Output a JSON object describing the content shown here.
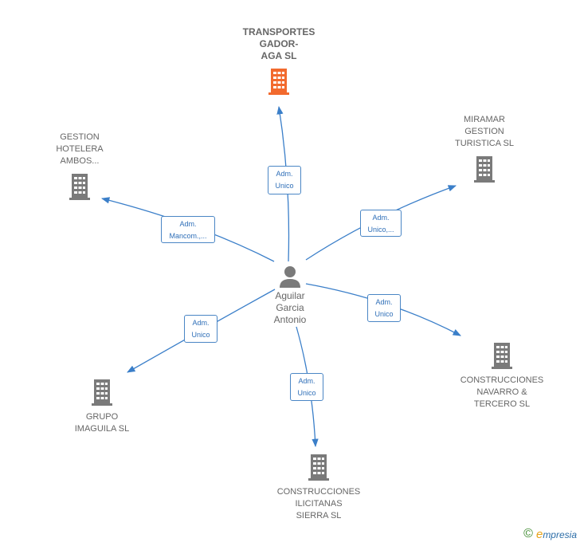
{
  "colors": {
    "edge": "#3b7fc9",
    "building": "#7a7a7a",
    "building_highlight": "#f26a2e",
    "person": "#7a7a7a"
  },
  "center": {
    "name": "Aguilar\nGarcia\nAntonio",
    "icon": "person-icon"
  },
  "companies": [
    {
      "id": "transportes",
      "name": "TRANSPORTES\nGADOR-\nAGA  SL",
      "highlight": true
    },
    {
      "id": "miramar",
      "name": "MIRAMAR\nGESTION\nTURISTICA  SL",
      "highlight": false
    },
    {
      "id": "gestion",
      "name": "GESTION\nHOTELERA\nAMBOS...",
      "highlight": false
    },
    {
      "id": "navarro",
      "name": "CONSTRUCCIONES\nNAVARRO &\nTERCERO SL",
      "highlight": false
    },
    {
      "id": "imaguila",
      "name": "GRUPO\nIMAGUILA SL",
      "highlight": false
    },
    {
      "id": "ilicitanas",
      "name": "CONSTRUCCIONES\nILICITANAS\nSIERRA  SL",
      "highlight": false
    }
  ],
  "edges": [
    {
      "to": "transportes",
      "label": "Adm.\nUnico"
    },
    {
      "to": "miramar",
      "label": "Adm.\nUnico,..."
    },
    {
      "to": "gestion",
      "label": "Adm.\nMancom.,..."
    },
    {
      "to": "navarro",
      "label": "Adm.\nUnico"
    },
    {
      "to": "imaguila",
      "label": "Adm.\nUnico"
    },
    {
      "to": "ilicitanas",
      "label": "Adm.\nUnico"
    }
  ],
  "brand": {
    "copyright": "©",
    "initial": "e",
    "name": "mpresia"
  }
}
